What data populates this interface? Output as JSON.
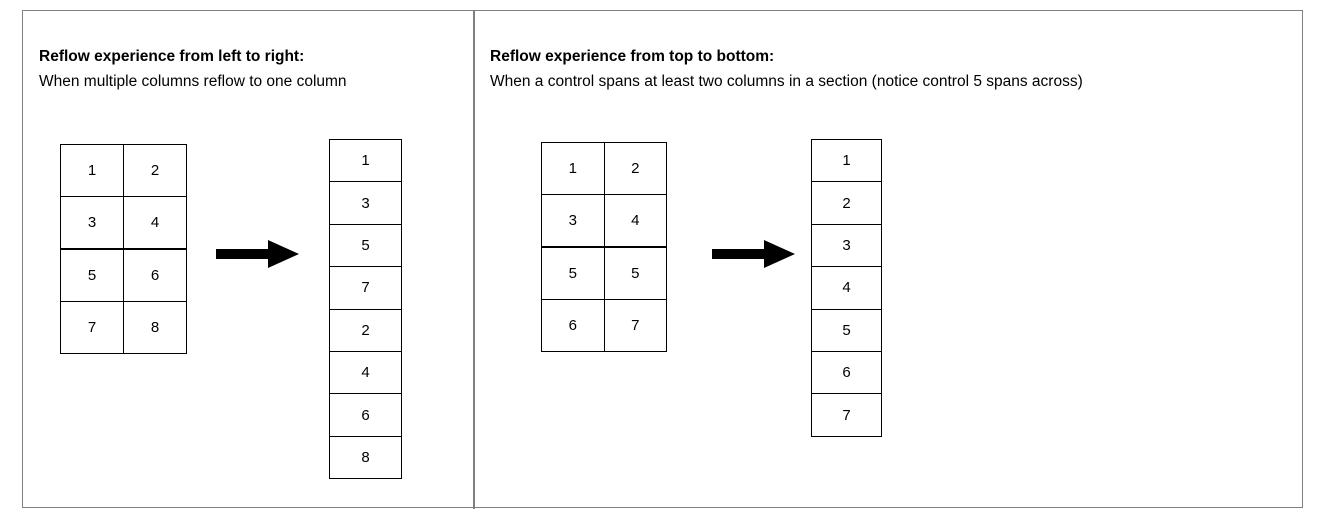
{
  "panels": [
    {
      "id": "left-to-right",
      "heading": {
        "title": "Reflow experience from left to right:",
        "subtitle": "When multiple columns reflow to one column"
      },
      "source_grid": {
        "columns": 2,
        "rows": [
          [
            "1",
            "2"
          ],
          [
            "3",
            "4"
          ],
          [
            "5",
            "6"
          ],
          [
            "7",
            "8"
          ]
        ],
        "section_break_after_row": 2
      },
      "arrow": {
        "icon": "right-arrow-icon",
        "direction": "right",
        "color": "#000000"
      },
      "reflowed_list": [
        "1",
        "3",
        "5",
        "7",
        "2",
        "4",
        "6",
        "8"
      ]
    },
    {
      "id": "top-to-bottom",
      "heading": {
        "title": "Reflow experience from top to bottom:",
        "subtitle": "When a control spans at least two columns in a section (notice control 5 spans across)"
      },
      "source_grid": {
        "columns": 2,
        "rows": [
          [
            "1",
            "2"
          ],
          [
            "3",
            "4"
          ],
          [
            "5",
            "5"
          ],
          [
            "6",
            "7"
          ]
        ],
        "section_break_after_row": 2
      },
      "arrow": {
        "icon": "right-arrow-icon",
        "direction": "right",
        "color": "#000000"
      },
      "reflowed_list": [
        "1",
        "2",
        "3",
        "4",
        "5",
        "6",
        "7"
      ]
    }
  ],
  "style": {
    "frame_border_color": "#808080",
    "cell_border_color": "#000000",
    "text_color": "#000000",
    "background": "#ffffff"
  }
}
